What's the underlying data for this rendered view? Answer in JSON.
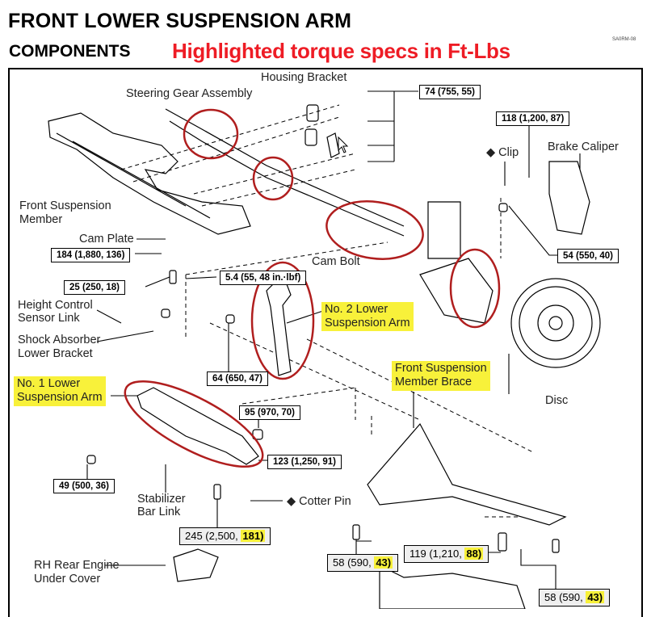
{
  "header": {
    "title": "FRONT LOWER SUSPENSION ARM",
    "subtitle": "COMPONENTS",
    "note": "Highlighted torque specs in Ft-Lbs",
    "figure_code": "SA0RM-08"
  },
  "labels": {
    "housing_bracket": "Housing Bracket",
    "steering_gear": "Steering Gear Assembly",
    "front_susp_member_1": "Front Suspension",
    "front_susp_member_2": "Member",
    "cam_plate": "Cam Plate",
    "cam_bolt": "Cam Bolt",
    "clip": "◆ Clip",
    "brake_caliper": "Brake Caliper",
    "height_sensor_1": "Height Control",
    "height_sensor_2": "Sensor Link",
    "shock_bracket_1": "Shock Absorber",
    "shock_bracket_2": "Lower Bracket",
    "no2_arm_1": "No. 2 Lower",
    "no2_arm_2": "Suspension Arm",
    "no1_arm_1": "No. 1 Lower",
    "no1_arm_2": "Suspension Arm",
    "brace_1": "Front Suspension",
    "brace_2": "Member Brace",
    "disc": "Disc",
    "stab_link_1": "Stabilizer",
    "stab_link_2": "Bar Link",
    "cotter_pin": "◆ Cotter Pin",
    "rh_cover_1": "RH Rear Engine",
    "rh_cover_2": "Under Cover"
  },
  "specs": {
    "s74": "74 (755, 55)",
    "s118": "118 (1,200, 87)",
    "s184": "184 (1,880, 136)",
    "s54": "54 (550, 40)",
    "s25": "25 (250, 18)",
    "s5_4": "5.4 (55, 48 in.·lbf)",
    "s64": "64 (650, 47)",
    "s95": "95 (970, 70)",
    "s123": "123 (1,250,  91)",
    "s49": "49 (500, 36)",
    "s245_a": "245 (2,500, ",
    "s245_b": "181)",
    "s58a_a": "58 (590, ",
    "s58a_b": "43)",
    "s119_a": "119 (1,210, ",
    "s119_b": "88)",
    "s58b_a": "58 (590, ",
    "s58b_b": "43)"
  },
  "colors": {
    "note_red": "#ee1c25",
    "highlight_yellow": "#f8f13a",
    "circle_red": "#b01e1e"
  }
}
